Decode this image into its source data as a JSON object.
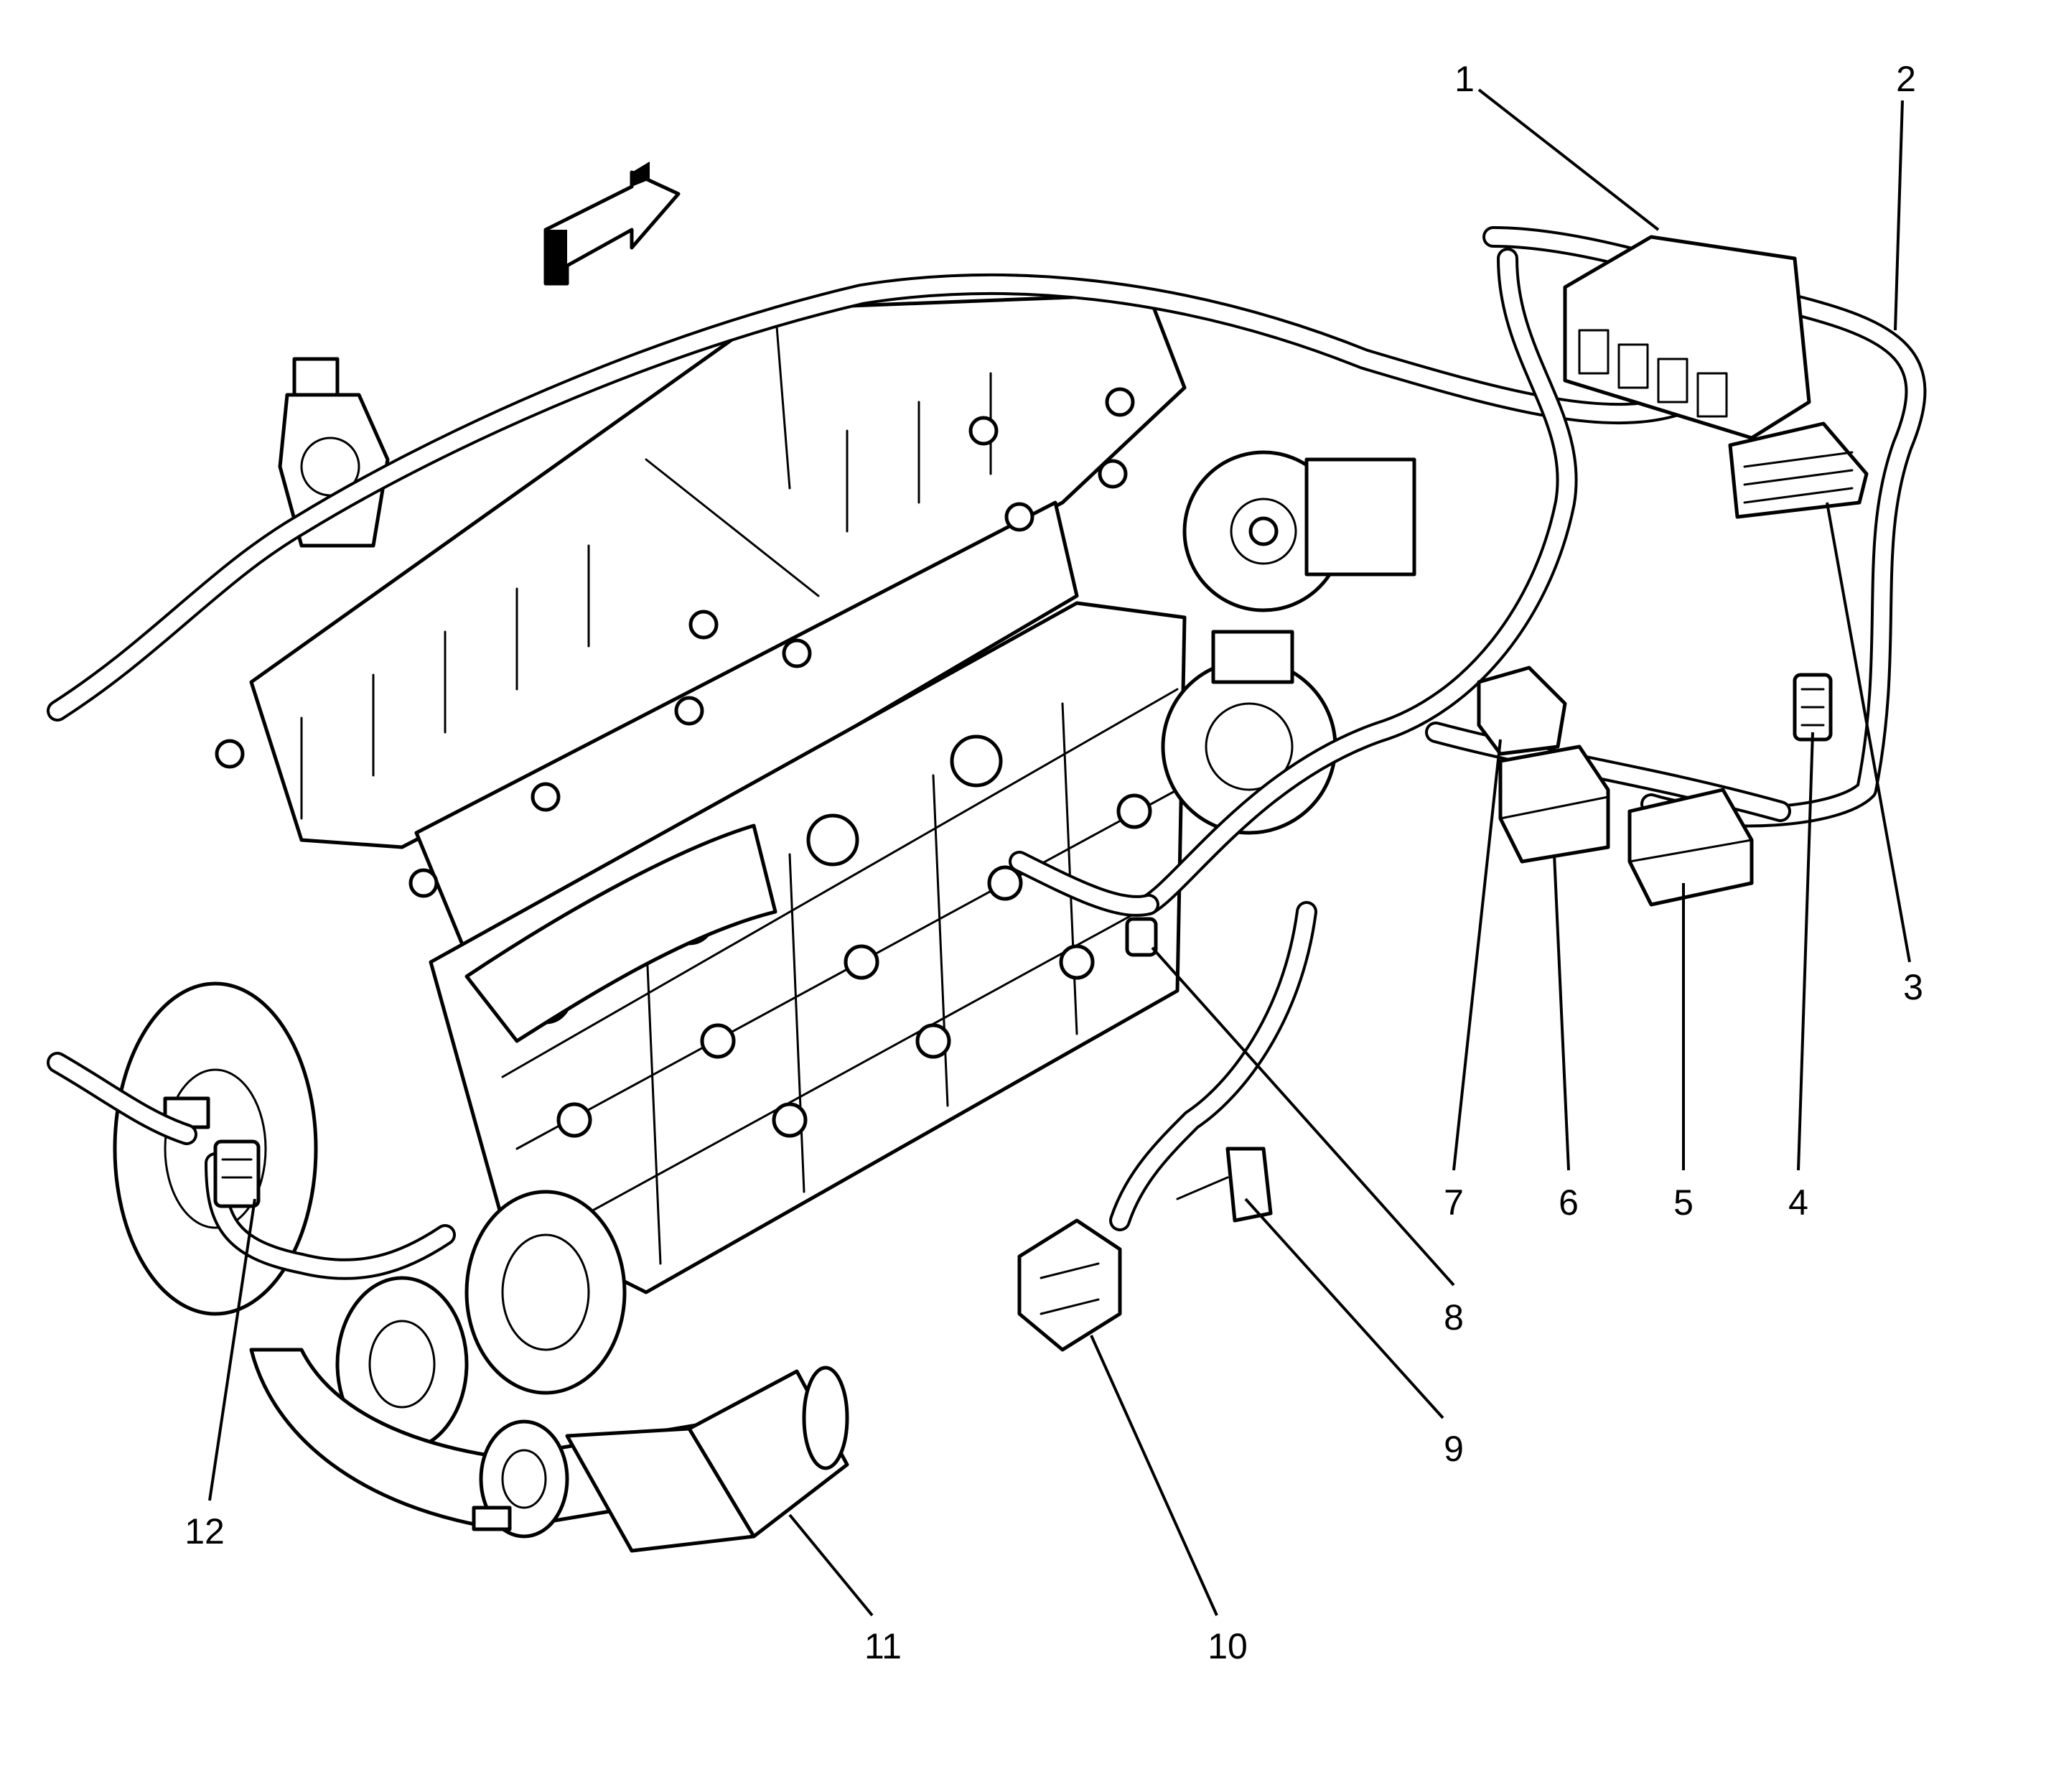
{
  "callouts": [
    {
      "label": "1"
    },
    {
      "label": "2"
    },
    {
      "label": "3"
    },
    {
      "label": "4"
    },
    {
      "label": "5"
    },
    {
      "label": "6"
    },
    {
      "label": "7"
    },
    {
      "label": "8"
    },
    {
      "label": "9"
    },
    {
      "label": "10"
    },
    {
      "label": "11"
    },
    {
      "label": "12"
    }
  ],
  "colors": {
    "line": "#000000",
    "background": "#ffffff"
  },
  "icons": {
    "direction": "forward-arrow-icon"
  }
}
